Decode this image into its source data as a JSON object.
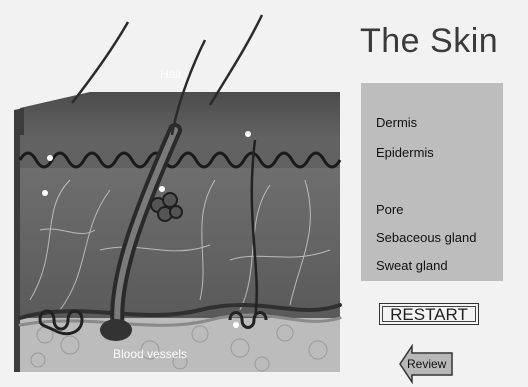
{
  "title": "The Skin",
  "diagram": {
    "label_hair": "Hair",
    "label_blood_vessels": "Blood vessels"
  },
  "terms": [
    "Dermis",
    "Epidermis",
    "Pore",
    "Sebaceous gland",
    "Sweat gland"
  ],
  "buttons": {
    "restart": "RESTART",
    "review": "Review"
  },
  "colors": {
    "background": "#f2f2f2",
    "panel": "#bdbdbd",
    "skin_top": "#555555",
    "dermis": "#6a6a6a",
    "fat_layer": "#bcbcbc"
  }
}
